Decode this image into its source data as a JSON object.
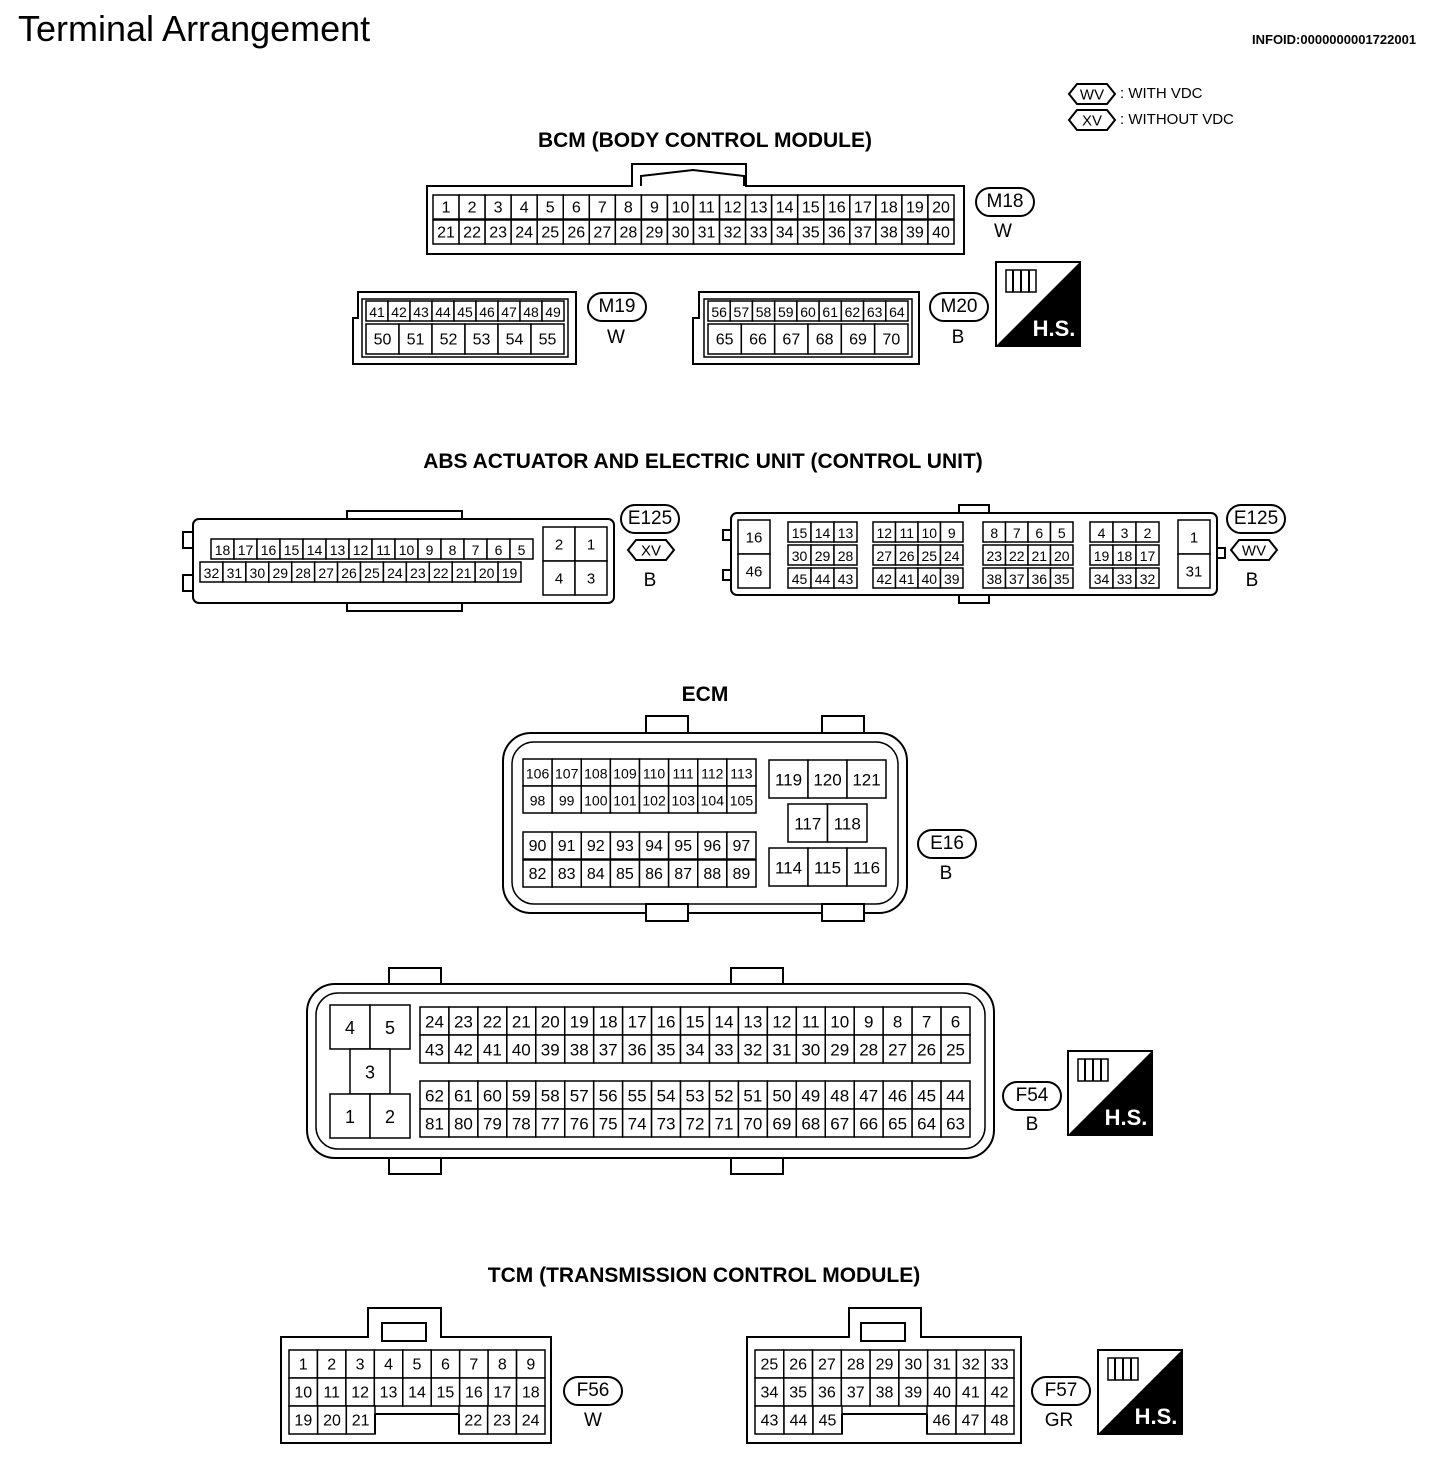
{
  "title": "Terminal Arrangement",
  "infoid": "INFOID:0000000001722001",
  "legend": [
    {
      "tag": "WV",
      "text": ": WITH VDC"
    },
    {
      "tag": "XV",
      "text": ": WITHOUT VDC"
    }
  ],
  "sections": {
    "bcm": "BCM (BODY CONTROL MODULE)",
    "abs": "ABS ACTUATOR AND ELECTRIC UNIT (CONTROL UNIT)",
    "ecm": "ECM",
    "tcm": "TCM (TRANSMISSION CONTROL MODULE)"
  },
  "hs_label": "H.S.",
  "connectors": {
    "m18": {
      "id": "M18",
      "color": "W",
      "rows": [
        [
          "1",
          "2",
          "3",
          "4",
          "5",
          "6",
          "7",
          "8",
          "9",
          "10",
          "11",
          "12",
          "13",
          "14",
          "15",
          "16",
          "17",
          "18",
          "19",
          "20"
        ],
        [
          "21",
          "22",
          "23",
          "24",
          "25",
          "26",
          "27",
          "28",
          "29",
          "30",
          "31",
          "32",
          "33",
          "34",
          "35",
          "36",
          "37",
          "38",
          "39",
          "40"
        ]
      ]
    },
    "m19": {
      "id": "M19",
      "color": "W",
      "rows": [
        [
          "41",
          "42",
          "43",
          "44",
          "45",
          "46",
          "47",
          "48",
          "49"
        ],
        [
          "50",
          "51",
          "52",
          "53",
          "54",
          "55"
        ]
      ]
    },
    "m20": {
      "id": "M20",
      "color": "B",
      "rows": [
        [
          "56",
          "57",
          "58",
          "59",
          "60",
          "61",
          "62",
          "63",
          "64"
        ],
        [
          "65",
          "66",
          "67",
          "68",
          "69",
          "70"
        ]
      ]
    },
    "e125a": {
      "id": "E125",
      "tag": "XV",
      "color": "B",
      "rows": [
        [
          "18",
          "17",
          "16",
          "15",
          "14",
          "13",
          "12",
          "11",
          "10",
          "9",
          "8",
          "7",
          "6",
          "5"
        ],
        [
          "32",
          "31",
          "30",
          "29",
          "28",
          "27",
          "26",
          "25",
          "24",
          "23",
          "22",
          "21",
          "20",
          "19"
        ]
      ],
      "side": [
        [
          "2",
          "1"
        ],
        [
          "4",
          "3"
        ]
      ]
    },
    "e125b": {
      "id": "E125",
      "tag": "WV",
      "color": "B",
      "g1": [
        "16",
        "46"
      ],
      "g2": [
        [
          "15",
          "14",
          "13"
        ],
        [
          "30",
          "29",
          "28"
        ],
        [
          "45",
          "44",
          "43"
        ]
      ],
      "g3": [
        [
          "12",
          "11",
          "10",
          "9"
        ],
        [
          "27",
          "26",
          "25",
          "24"
        ],
        [
          "42",
          "41",
          "40",
          "39"
        ]
      ],
      "g4": [
        [
          "8",
          "7",
          "6",
          "5"
        ],
        [
          "23",
          "22",
          "21",
          "20"
        ],
        [
          "38",
          "37",
          "36",
          "35"
        ]
      ],
      "g5": [
        [
          "4",
          "3",
          "2"
        ],
        [
          "19",
          "18",
          "17"
        ],
        [
          "34",
          "33",
          "32"
        ]
      ],
      "g6": [
        "1",
        "31"
      ]
    },
    "e16": {
      "id": "E16",
      "color": "B",
      "top": [
        [
          "106",
          "107",
          "108",
          "109",
          "110",
          "111",
          "112",
          "113"
        ],
        [
          "98",
          "99",
          "100",
          "101",
          "102",
          "103",
          "104",
          "105"
        ]
      ],
      "bottom": [
        [
          "90",
          "91",
          "92",
          "93",
          "94",
          "95",
          "96",
          "97"
        ],
        [
          "82",
          "83",
          "84",
          "85",
          "86",
          "87",
          "88",
          "89"
        ]
      ],
      "right_top": [
        "119",
        "120",
        "121"
      ],
      "right_mid": [
        "117",
        "118"
      ],
      "right_bottom": [
        "114",
        "115",
        "116"
      ]
    },
    "f54": {
      "id": "F54",
      "color": "B",
      "left_top": [
        "4",
        "5"
      ],
      "left_mid": "3",
      "left_bottom": [
        "1",
        "2"
      ],
      "r1": [
        "24",
        "23",
        "22",
        "21",
        "20",
        "19",
        "18",
        "17",
        "16",
        "15",
        "14",
        "13",
        "12",
        "11",
        "10",
        "9",
        "8",
        "7",
        "6"
      ],
      "r2": [
        "43",
        "42",
        "41",
        "40",
        "39",
        "38",
        "37",
        "36",
        "35",
        "34",
        "33",
        "32",
        "31",
        "30",
        "29",
        "28",
        "27",
        "26",
        "25"
      ],
      "r3": [
        "62",
        "61",
        "60",
        "59",
        "58",
        "57",
        "56",
        "55",
        "54",
        "53",
        "52",
        "51",
        "50",
        "49",
        "48",
        "47",
        "46",
        "45",
        "44"
      ],
      "r4": [
        "81",
        "80",
        "79",
        "78",
        "77",
        "76",
        "75",
        "74",
        "73",
        "72",
        "71",
        "70",
        "69",
        "68",
        "67",
        "66",
        "65",
        "64",
        "63"
      ]
    },
    "f56": {
      "id": "F56",
      "color": "W",
      "r1": [
        "1",
        "2",
        "3",
        "4",
        "5",
        "6",
        "7",
        "8",
        "9"
      ],
      "r2": [
        "10",
        "11",
        "12",
        "13",
        "14",
        "15",
        "16",
        "17",
        "18"
      ],
      "r3a": [
        "19",
        "20",
        "21"
      ],
      "r3b": [
        "22",
        "23",
        "24"
      ]
    },
    "f57": {
      "id": "F57",
      "color": "GR",
      "r1": [
        "25",
        "26",
        "27",
        "28",
        "29",
        "30",
        "31",
        "32",
        "33"
      ],
      "r2": [
        "34",
        "35",
        "36",
        "37",
        "38",
        "39",
        "40",
        "41",
        "42"
      ],
      "r3a": [
        "43",
        "44",
        "45"
      ],
      "r3b": [
        "46",
        "47",
        "48"
      ]
    }
  }
}
